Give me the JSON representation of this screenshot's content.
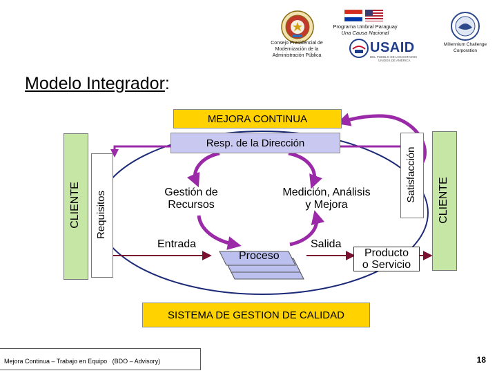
{
  "header": {
    "program_line1": "Programa Umbral Paraguay",
    "program_line2": "Una Causa Nacional",
    "council_line1": "Consejo Presidencial de",
    "council_line2": "Modernización de la",
    "council_line3": "Administración Pública",
    "mcc_line1": "Millennium Challenge",
    "mcc_line2": "Corporation",
    "usaid_logo_text": "USAID",
    "usaid_sub1": "DEL PUEBLO DE LOS ESTADOS",
    "usaid_sub2": "UNIDOS DE AMÉRICA"
  },
  "title": {
    "text": "Modelo Integrador",
    "suffix": ":"
  },
  "diagram": {
    "mejora": "MEJORA CONTINUA",
    "resp": "Resp. de la Dirección",
    "cliente_left": "CLIENTE",
    "requisitos": "Requisitos",
    "satisfaccion": "Satisfacción",
    "cliente_right": "CLIENTE",
    "gestion_line1": "Gestión de",
    "gestion_line2": "Recursos",
    "medicion_line1": "Medición, Análisis",
    "medicion_line2": "y Mejora",
    "entrada": "Entrada",
    "proceso": "Proceso",
    "salida": "Salida",
    "producto_line1": "Producto",
    "producto_line2": "o Servicio",
    "sistema": "SISTEMA DE GESTION DE CALIDAD"
  },
  "footer": {
    "text": "Mejora Continua – Trabajo en Equipo   (BDO – Advisory)",
    "page_number": "18"
  },
  "colors": {
    "mejora_fill": "#ffd200",
    "resp_fill": "#c8c8f0",
    "cliente_fill": "#c6e6a6",
    "sistema_fill": "#ffd200",
    "arrow_purple": "#9a2aa8",
    "ellipse_line": "#1c2a78"
  }
}
